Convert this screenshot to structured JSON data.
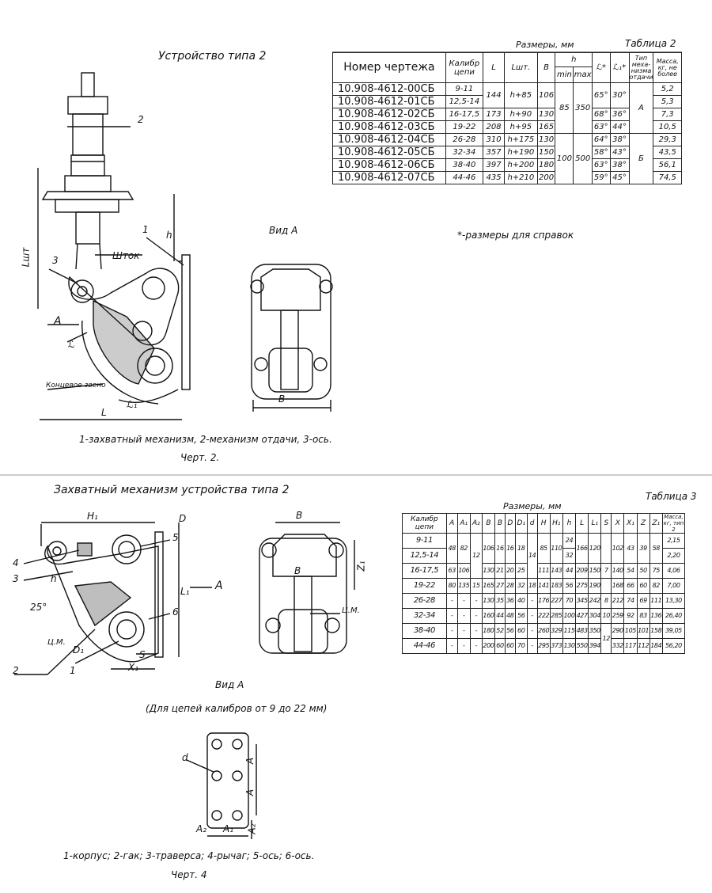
{
  "top": {
    "title": "Устройство типа 2",
    "view_title": "Вид А",
    "labels": {
      "n2": "2",
      "n1": "1",
      "n3": "3",
      "h": "h",
      "lsht": "Lшт",
      "shtok": "Шток",
      "a": "А",
      "alpha": "ℒ",
      "end_link": "Концевое звено",
      "l": "L",
      "alpha1": "ℒ₁",
      "b": "B"
    },
    "caption": "1-захватный механизм, 2-механизм отдачи, 3-ось.",
    "figure": "Черт. 2."
  },
  "table2": {
    "caption": "Таблица 2",
    "dims_header": "Размеры, мм",
    "headers": {
      "number": "Номер чертежа",
      "caliber": "Калибр цепи",
      "L": "L",
      "Lsht": "Lшт.",
      "B": "B",
      "h": "h",
      "hmin": "min",
      "hmax": "max",
      "alpha": "ℒ*",
      "alpha1": "ℒ₁*",
      "type": "Тип меха-низма отдачи",
      "mass": "Масса, кг, не более"
    },
    "rows": [
      {
        "num": "10.908-4612-00СБ",
        "cal": "9-11",
        "mass": "5,2"
      },
      {
        "num": "10.908-4612-01СБ",
        "cal": "12,5-14",
        "mass": "5,3"
      },
      {
        "num": "10.908-4612-02СБ",
        "cal": "16-17,5",
        "mass": "7,3"
      },
      {
        "num": "10.908-4612-03СБ",
        "cal": "19-22",
        "mass": "10,5"
      },
      {
        "num": "10.908-4612-04СБ",
        "cal": "26-28",
        "mass": "29,3"
      },
      {
        "num": "10.908-4612-05СБ",
        "cal": "32-34",
        "mass": "43,5"
      },
      {
        "num": "10.908-4612-06СБ",
        "cal": "38-40",
        "mass": "56,1"
      },
      {
        "num": "10.908-4612-07СБ",
        "cal": "44-46",
        "mass": "74,5"
      }
    ],
    "L": [
      "144",
      "173",
      "208",
      "310",
      "357",
      "397",
      "435"
    ],
    "Lsht": [
      "h+85",
      "h+90",
      "h+95",
      "h+175",
      "h+190",
      "h+200",
      "h+210"
    ],
    "B": [
      "106",
      "130",
      "165",
      "130",
      "150",
      "180",
      "200"
    ],
    "hmin": [
      "85",
      "100"
    ],
    "hmax": [
      "350",
      "500"
    ],
    "alpha": [
      "65°",
      "68°",
      "63°",
      "64°",
      "58°",
      "63°",
      "59°"
    ],
    "alpha1": [
      "30°",
      "36°",
      "44°",
      "38°",
      "43°",
      "38°",
      "45°"
    ],
    "type": [
      "А",
      "Б"
    ],
    "note": "*-размеры для справок"
  },
  "bottom": {
    "title": "Захватный механизм устройства типа 2",
    "view_title": "Вид А",
    "view_sub": "(Для цепей калибров от 9 до 22 мм)",
    "labels": {
      "h1": "H₁",
      "d_big": "D",
      "n5": "5",
      "n4": "4",
      "n3": "3",
      "h": "h",
      "deg25": "25°",
      "a": "А",
      "l1": "L₁",
      "n6": "6",
      "cm": "Ц.М.",
      "d1": "D₁",
      "n2": "2",
      "n1": "1",
      "s": "S",
      "x1": "X₁",
      "b": "B",
      "z1": "Z₁",
      "cm2": "Ц.М.",
      "b2": "B",
      "d": "d",
      "a_dim": "A",
      "a_dim2": "A",
      "a2": "A₂",
      "a1": "A₁",
      "a2v": "A₂"
    },
    "caption": "1-корпус; 2-гак; 3-траверса; 4-рычаг; 5-ось; 6-ось.",
    "figure": "Черт. 4"
  },
  "table3": {
    "caption": "Таблица 3",
    "dims_header": "Размеры, мм",
    "headers": [
      "Калибр цепи",
      "A",
      "A₁",
      "A₂",
      "B",
      "B",
      "D",
      "D₁",
      "d",
      "H",
      "H₁",
      "h",
      "L",
      "L₁",
      "S",
      "X",
      "X₁",
      "Z",
      "Z₁",
      "Масса, кг, тип 2"
    ],
    "rows": [
      {
        "cal": "9-11",
        "A": "48",
        "A1": "82",
        "B": "106",
        "B2": "16",
        "D": "16",
        "D1": "18",
        "H": "85",
        "H1": "110",
        "h": "24",
        "L": "166",
        "L1": "120",
        "X": "102",
        "X1": "43",
        "Z": "39",
        "Z1": "58",
        "m": "2,15"
      },
      {
        "cal": "12,5-14",
        "h": "32",
        "m": "2,20"
      },
      {
        "cal": "16-17,5",
        "A": "63",
        "A1": "106",
        "B": "130",
        "B2": "21",
        "D": "20",
        "D1": "25",
        "H": "111",
        "H1": "143",
        "h": "44",
        "L": "209",
        "L1": "150",
        "S": "7",
        "X": "140",
        "X1": "54",
        "Z": "50",
        "Z1": "75",
        "m": "4,06"
      },
      {
        "cal": "19-22",
        "A": "80",
        "A1": "135",
        "A2": "15",
        "B": "165",
        "B2": "27",
        "D": "28",
        "D1": "32",
        "d": "18",
        "H": "141",
        "H1": "183",
        "h": "56",
        "L": "275",
        "L1": "190",
        "X": "168",
        "X1": "66",
        "Z": "60",
        "Z1": "82",
        "m": "7,00"
      },
      {
        "cal": "26-28",
        "A": "-",
        "A1": "-",
        "A2": "-",
        "B": "130",
        "B2": "35",
        "D": "36",
        "D1": "40",
        "d": "-",
        "H": "176",
        "H1": "227",
        "h": "70",
        "L": "345",
        "L1": "242",
        "S": "8",
        "X": "212",
        "X1": "74",
        "Z": "69",
        "Z1": "111",
        "m": "13,30"
      },
      {
        "cal": "32-34",
        "A": "-",
        "A1": "-",
        "A2": "-",
        "B": "160",
        "B2": "44",
        "D": "48",
        "D1": "56",
        "d": "-",
        "H": "222",
        "H1": "285",
        "h": "100",
        "L": "427",
        "L1": "304",
        "S": "10",
        "X": "259",
        "X1": "92",
        "Z": "83",
        "Z1": "136",
        "m": "26,40"
      },
      {
        "cal": "38-40",
        "A": "-",
        "A1": "-",
        "A2": "-",
        "B": "180",
        "B2": "52",
        "D": "56",
        "D1": "60",
        "d": "-",
        "H": "260",
        "H1": "329",
        "h": "115",
        "L": "483",
        "L1": "350",
        "X": "290",
        "X1": "105",
        "Z": "101",
        "Z1": "158",
        "m": "39,05"
      },
      {
        "cal": "44-46",
        "A": "-",
        "A1": "-",
        "A2": "-",
        "B": "200",
        "B2": "60",
        "D": "60",
        "D1": "70",
        "d": "-",
        "H": "295",
        "H1": "373",
        "h": "130",
        "L": "550",
        "L1": "394",
        "X": "332",
        "X1": "117",
        "Z": "112",
        "Z1": "184",
        "m": "56,20"
      }
    ],
    "span": {
      "A2_1": "12",
      "d_1": "14",
      "S_7": "12"
    }
  }
}
